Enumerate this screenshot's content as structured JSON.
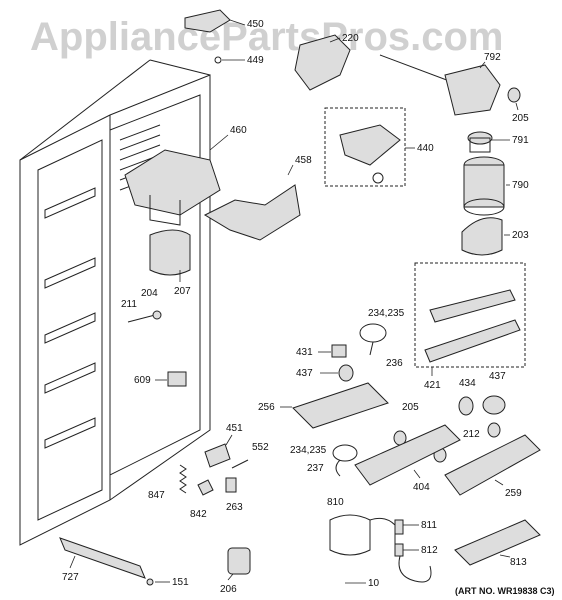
{
  "watermark": "AppliancePartsPros.com",
  "art_number": "(ART NO. WR19838 C3)",
  "labels": {
    "p450": "450",
    "p449": "449",
    "p220": "220",
    "p792": "792",
    "p205a": "205",
    "p791": "791",
    "p790": "790",
    "p440": "440",
    "p460": "460",
    "p458": "458",
    "p203": "203",
    "p207": "207",
    "p211": "211",
    "p204": "204",
    "p234a": "234,235",
    "p236": "236",
    "p431": "431",
    "p437a": "437",
    "p421": "421",
    "p609": "609",
    "p434": "434",
    "p437b": "437",
    "p256": "256",
    "p205b": "205",
    "p212": "212",
    "p451": "451",
    "p552": "552",
    "p234b": "234,235",
    "p237": "237",
    "p404": "404",
    "p259": "259",
    "p847": "847",
    "p263": "263",
    "p842": "842",
    "p810": "810",
    "p811": "811",
    "p812": "812",
    "p727": "727",
    "p151": "151",
    "p206": "206",
    "p10": "10",
    "p813": "813"
  }
}
